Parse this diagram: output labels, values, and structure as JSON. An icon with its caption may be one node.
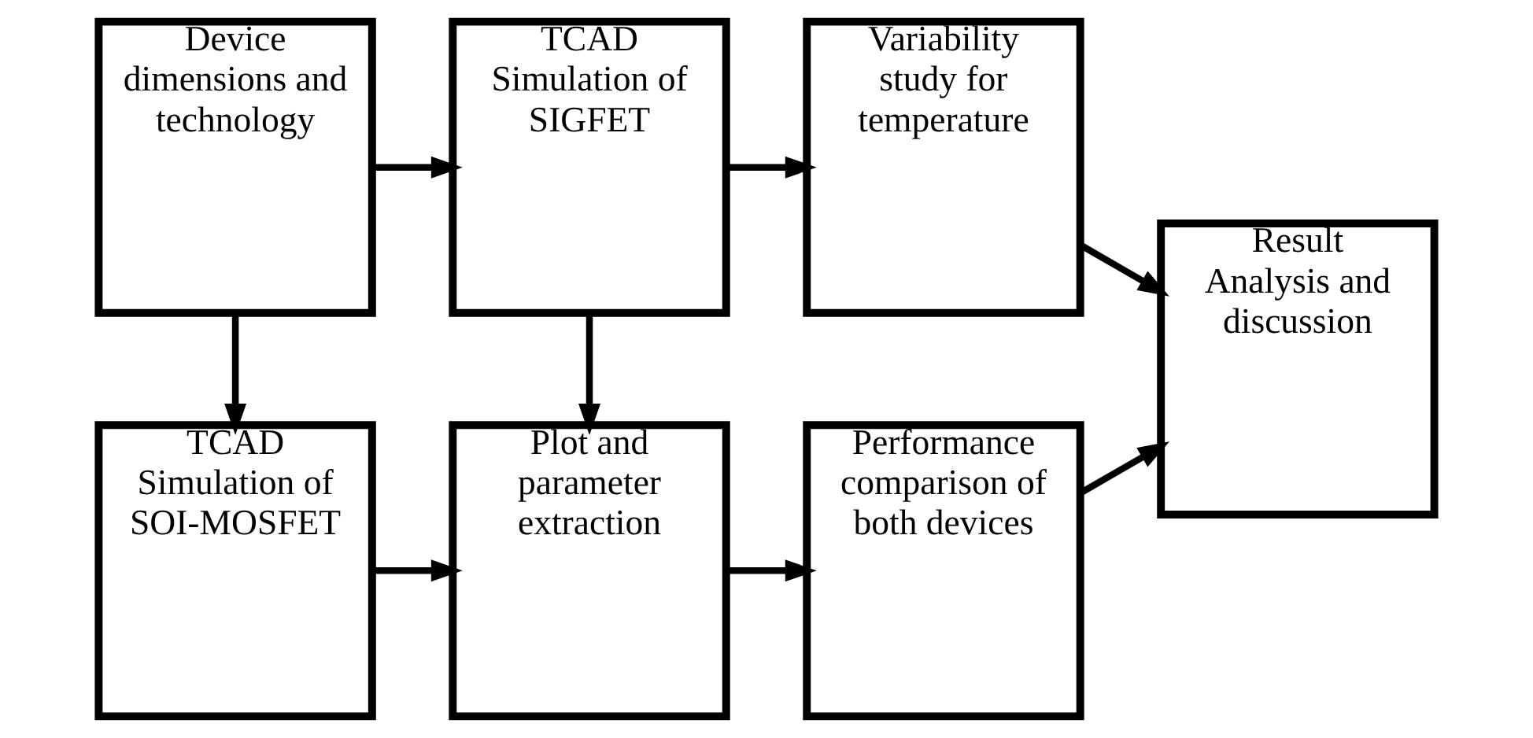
{
  "diagram": {
    "nodes": [
      {
        "text": [
          "Device dimensions and technology"
        ]
      },
      {
        "text": [
          "TCAD Simulation of SIGFET"
        ]
      },
      {
        "text": [
          "Variability study for temperature"
        ]
      },
      {
        "text": [
          "Result Analysis and discussion"
        ]
      },
      {
        "text": [
          "TCAD Simulation of SOI-MOSFET"
        ]
      },
      {
        "text": [
          "Plot and parameter extraction"
        ]
      },
      {
        "text": [
          "Performance comparison of both devices"
        ]
      }
    ],
    "edges": [
      {
        "from": 0,
        "to": 1,
        "arrow": "to"
      },
      {
        "from": 1,
        "to": 2,
        "arrow": "to"
      },
      {
        "from": 0,
        "to": 4,
        "arrow": "to"
      },
      {
        "from": 1,
        "to": 5,
        "arrow": "to"
      },
      {
        "from": 4,
        "to": 5,
        "arrow": "to"
      },
      {
        "from": 5,
        "to": 6,
        "arrow": "to"
      },
      {
        "from": 2,
        "to": 3,
        "arrow": "to"
      },
      {
        "from": 6,
        "to": 3,
        "arrow": "to"
      }
    ]
  }
}
